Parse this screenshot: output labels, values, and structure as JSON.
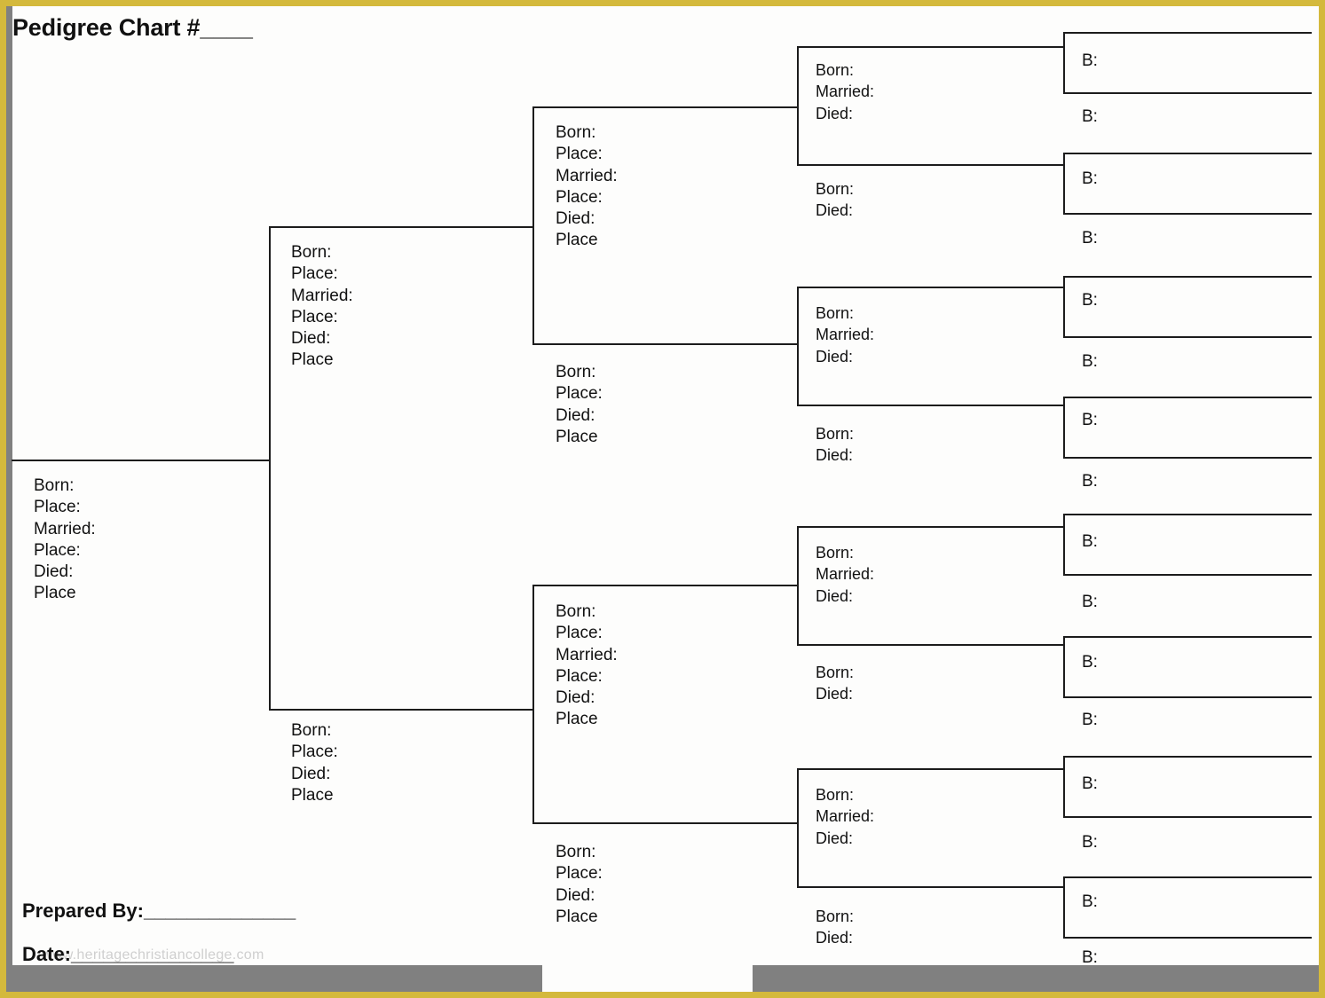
{
  "document": {
    "title": "Pedigree Chart #____",
    "watermark": "www.heritagechristiancollege.com"
  },
  "footer": {
    "prepared_by": "Prepared By:______________",
    "date": "Date:_______________"
  },
  "colors": {
    "frame": "#d4b93c",
    "bar": "#808080",
    "line": "#1c1c1c",
    "text": "#111111"
  },
  "field_sets": {
    "full": "Born:\nPlace:\nMarried:\nPlace:\nDied:\nPlace",
    "spouse": "Born:\nPlace:\nDied:\nPlace",
    "short": "Born:\nMarried:\nDied:",
    "spouse_short": "Born:\nDied:",
    "birth_only": "B:"
  },
  "chart_data": {
    "type": "diagram",
    "title": "Pedigree Chart #____",
    "generations": 5,
    "persons": [
      {
        "id": "g1-self",
        "generation": 1,
        "role": "self",
        "fields": "Born:\nPlace:\nMarried:\nPlace:\nDied:\nPlace"
      },
      {
        "id": "g2-father",
        "generation": 2,
        "role": "father",
        "fields": "Born:\nPlace:\nMarried:\nPlace:\nDied:\nPlace"
      },
      {
        "id": "g2-mother",
        "generation": 2,
        "role": "mother",
        "fields": "Born:\nPlace:\nDied:\nPlace"
      },
      {
        "id": "g3-1",
        "generation": 3,
        "role": "grandfather-paternal",
        "fields": "Born:\nPlace:\nMarried:\nPlace:\nDied:\nPlace"
      },
      {
        "id": "g3-2",
        "generation": 3,
        "role": "grandmother-paternal",
        "fields": "Born:\nPlace:\nDied:\nPlace"
      },
      {
        "id": "g3-3",
        "generation": 3,
        "role": "grandfather-maternal",
        "fields": "Born:\nPlace:\nMarried:\nPlace:\nDied:\nPlace"
      },
      {
        "id": "g3-4",
        "generation": 3,
        "role": "grandmother-maternal",
        "fields": "Born:\nPlace:\nDied:\nPlace"
      },
      {
        "id": "g4-1",
        "generation": 4,
        "role": "great-grandfather",
        "fields": "Born:\nMarried:\nDied:"
      },
      {
        "id": "g4-2",
        "generation": 4,
        "role": "great-grandmother",
        "fields": "Born:\nDied:"
      },
      {
        "id": "g4-3",
        "generation": 4,
        "role": "great-grandfather",
        "fields": "Born:\nMarried:\nDied:"
      },
      {
        "id": "g4-4",
        "generation": 4,
        "role": "great-grandmother",
        "fields": "Born:\nDied:"
      },
      {
        "id": "g4-5",
        "generation": 4,
        "role": "great-grandfather",
        "fields": "Born:\nMarried:\nDied:"
      },
      {
        "id": "g4-6",
        "generation": 4,
        "role": "great-grandmother",
        "fields": "Born:\nDied:"
      },
      {
        "id": "g4-7",
        "generation": 4,
        "role": "great-grandfather",
        "fields": "Born:\nMarried:\nDied:"
      },
      {
        "id": "g4-8",
        "generation": 4,
        "role": "great-grandmother",
        "fields": "Born:\nDied:"
      },
      {
        "id": "g5-1",
        "generation": 5,
        "role": "2nd-great-grandparent",
        "fields": "B:"
      },
      {
        "id": "g5-2",
        "generation": 5,
        "role": "2nd-great-grandparent",
        "fields": "B:"
      },
      {
        "id": "g5-3",
        "generation": 5,
        "role": "2nd-great-grandparent",
        "fields": "B:"
      },
      {
        "id": "g5-4",
        "generation": 5,
        "role": "2nd-great-grandparent",
        "fields": "B:"
      },
      {
        "id": "g5-5",
        "generation": 5,
        "role": "2nd-great-grandparent",
        "fields": "B:"
      },
      {
        "id": "g5-6",
        "generation": 5,
        "role": "2nd-great-grandparent",
        "fields": "B:"
      },
      {
        "id": "g5-7",
        "generation": 5,
        "role": "2nd-great-grandparent",
        "fields": "B:"
      },
      {
        "id": "g5-8",
        "generation": 5,
        "role": "2nd-great-grandparent",
        "fields": "B:"
      },
      {
        "id": "g5-9",
        "generation": 5,
        "role": "2nd-great-grandparent",
        "fields": "B:"
      },
      {
        "id": "g5-10",
        "generation": 5,
        "role": "2nd-great-grandparent",
        "fields": "B:"
      },
      {
        "id": "g5-11",
        "generation": 5,
        "role": "2nd-great-grandparent",
        "fields": "B:"
      },
      {
        "id": "g5-12",
        "generation": 5,
        "role": "2nd-great-grandparent",
        "fields": "B:"
      },
      {
        "id": "g5-13",
        "generation": 5,
        "role": "2nd-great-grandparent",
        "fields": "B:"
      },
      {
        "id": "g5-14",
        "generation": 5,
        "role": "2nd-great-grandparent",
        "fields": "B:"
      },
      {
        "id": "g5-15",
        "generation": 5,
        "role": "2nd-great-grandparent",
        "fields": "B:"
      },
      {
        "id": "g5-16",
        "generation": 5,
        "role": "2nd-great-grandparent",
        "fields": "B:"
      }
    ]
  }
}
